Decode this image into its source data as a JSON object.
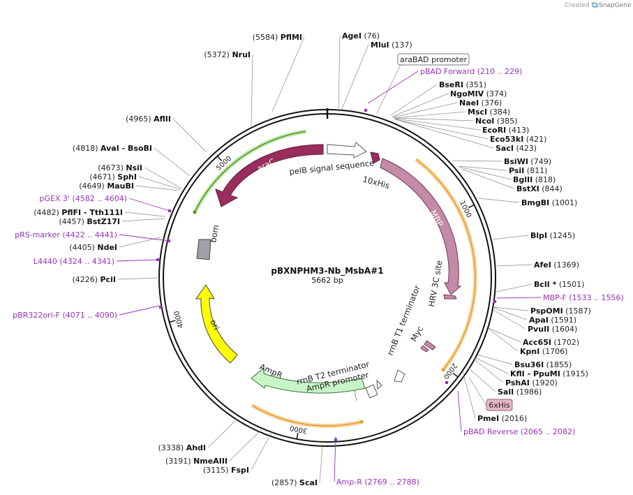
{
  "credit": "Created by",
  "brand": "SnapGene",
  "plasmid": {
    "name": "pBXNPHM3-Nb_MsbA#1",
    "size_label": "5662 bp",
    "length": 5662
  },
  "ticks": [
    "1000",
    "2000",
    "3000",
    "4000",
    "5000"
  ],
  "sites": [
    {
      "name": "PflMI",
      "pos": "(5584)"
    },
    {
      "name": "AgeI",
      "pos": "(76)"
    },
    {
      "name": "MluI",
      "pos": "(137)"
    },
    {
      "name": "NruI",
      "pos": "(5372)"
    },
    {
      "name": "BseRI",
      "pos": "(351)"
    },
    {
      "name": "NgoMIV",
      "pos": "(374)"
    },
    {
      "name": "NaeI",
      "pos": "(376)"
    },
    {
      "name": "MscI",
      "pos": "(384)"
    },
    {
      "name": "NcoI",
      "pos": "(385)"
    },
    {
      "name": "EcoRI",
      "pos": "(413)"
    },
    {
      "name": "Eco53kI",
      "pos": "(421)"
    },
    {
      "name": "SacI",
      "pos": "(423)"
    },
    {
      "name": "BsiWI",
      "pos": "(749)"
    },
    {
      "name": "PsiI",
      "pos": "(811)"
    },
    {
      "name": "BglII",
      "pos": "(818)"
    },
    {
      "name": "BstXI",
      "pos": "(844)"
    },
    {
      "name": "BmgBI",
      "pos": "(1001)"
    },
    {
      "name": "BlpI",
      "pos": "(1245)"
    },
    {
      "name": "AfeI",
      "pos": "(1369)"
    },
    {
      "name": "BclI *",
      "pos": "(1501)"
    },
    {
      "name": "PspOMI",
      "pos": "(1587)"
    },
    {
      "name": "ApaI",
      "pos": "(1591)"
    },
    {
      "name": "PvuII",
      "pos": "(1604)"
    },
    {
      "name": "Acc65I",
      "pos": "(1702)"
    },
    {
      "name": "KpnI",
      "pos": "(1706)"
    },
    {
      "name": "Bsu36I",
      "pos": "(1855)"
    },
    {
      "name": "KflI - PpuMI",
      "pos": "(1915)"
    },
    {
      "name": "PshAI",
      "pos": "(1920)"
    },
    {
      "name": "SalI",
      "pos": "(1986)"
    },
    {
      "name": "PmeI",
      "pos": "(2016)"
    },
    {
      "name": "AflII",
      "pos": "(4965)"
    },
    {
      "name": "AvaI - BsoBI",
      "pos": "(4818)"
    },
    {
      "name": "NsiI",
      "pos": "(4673)"
    },
    {
      "name": "SphI",
      "pos": "(4671)"
    },
    {
      "name": "MauBI",
      "pos": "(4649)"
    },
    {
      "name": "PflFI - Tth111I",
      "pos": "(4482)"
    },
    {
      "name": "BstZ17I",
      "pos": "(4457)"
    },
    {
      "name": "NdeI",
      "pos": "(4405)"
    },
    {
      "name": "PciI",
      "pos": "(4226)"
    },
    {
      "name": "AhdI",
      "pos": "(3338)"
    },
    {
      "name": "NmeAIII",
      "pos": "(3191)"
    },
    {
      "name": "FspI",
      "pos": "(3115)"
    },
    {
      "name": "ScaI",
      "pos": "(2857)"
    }
  ],
  "primers": [
    {
      "name": "pBAD Forward",
      "pos": "(210 .. 229)"
    },
    {
      "name": "MBP-F",
      "pos": "(1533 .. 1556)"
    },
    {
      "name": "pBAD Reverse",
      "pos": "(2065 .. 2082)"
    },
    {
      "name": "Amp-R",
      "pos": "(2769 .. 2788)"
    },
    {
      "name": "pBR322ori-F",
      "pos": "(4071 .. 4090)"
    },
    {
      "name": "L4440",
      "pos": "(4324 .. 4341)"
    },
    {
      "name": "pRS-marker",
      "pos": "(4422 .. 4441)"
    },
    {
      "name": "pGEX 3'",
      "pos": "(4582 .. 4604)"
    }
  ],
  "boxed_labels": [
    "araBAD promoter",
    "6xHis"
  ],
  "features": [
    "araC",
    "pelB signal sequence",
    "10xHis",
    "MBP",
    "HRV 3C site",
    "rrnB T1 terminator",
    "Myc",
    "rrnB T2 terminator",
    "AmpR promoter",
    "AmpR",
    "ori",
    "bom"
  ],
  "colors": {
    "araC": "#9b2d5e",
    "MBP": "#c48aa8",
    "AmpR": "#c8f5c8",
    "ori": "#ffff00",
    "bom": "#a0a0a8",
    "primer": "#9a2fbf",
    "orange_ring": "#e89a28",
    "green_ring": "#4a9a1c",
    "his_box": "#e6b8c8"
  }
}
